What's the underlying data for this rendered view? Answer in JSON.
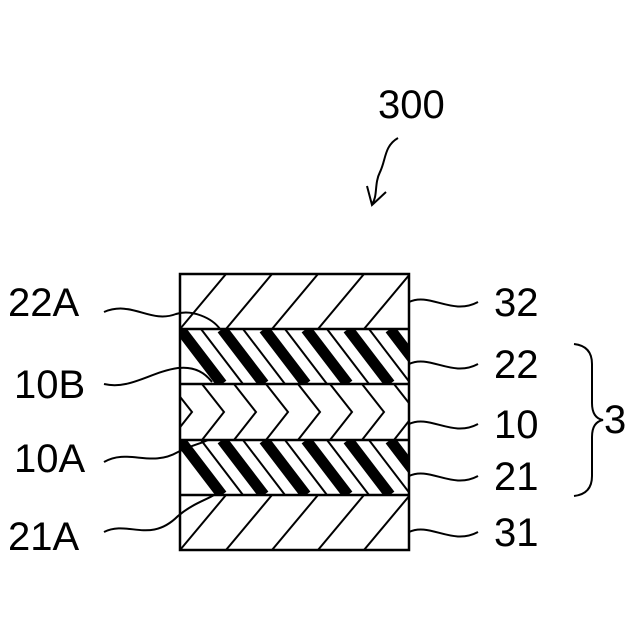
{
  "figure": {
    "assembly_ref": "300",
    "group_ref": "3",
    "layers": [
      {
        "ref": "32",
        "pattern": "thin-hatch"
      },
      {
        "ref": "22",
        "pattern": "thick-hatch"
      },
      {
        "ref": "10",
        "pattern": "thin-chevron"
      },
      {
        "ref": "21",
        "pattern": "thick-hatch"
      },
      {
        "ref": "31",
        "pattern": "thin-hatch"
      }
    ],
    "surfaces": [
      {
        "ref": "22A"
      },
      {
        "ref": "10B"
      },
      {
        "ref": "10A"
      },
      {
        "ref": "21A"
      }
    ]
  }
}
